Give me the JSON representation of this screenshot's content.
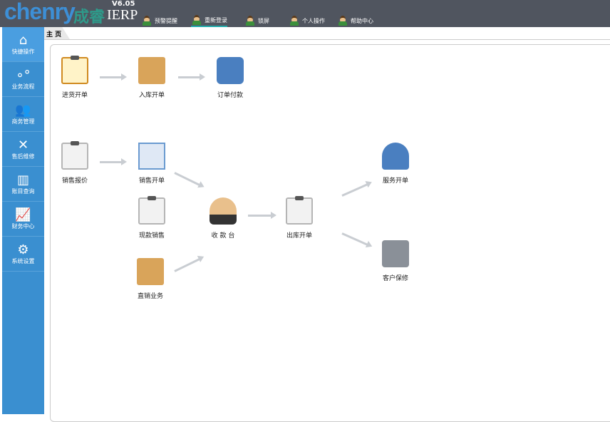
{
  "header": {
    "logo": "chenry",
    "logo_cn": "成睿",
    "product": "IERP",
    "version": "V6.05",
    "menu": [
      "预警提醒",
      "重新登录",
      "锁屏",
      "个人操作",
      "帮助中心"
    ]
  },
  "sidebar": [
    {
      "label": "快捷操作",
      "icon": "home-icon"
    },
    {
      "label": "业务流程",
      "icon": "flow-icon"
    },
    {
      "label": "商务管理",
      "icon": "users-icon"
    },
    {
      "label": "售后维修",
      "icon": "tools-icon"
    },
    {
      "label": "账目查询",
      "icon": "ledger-chart-icon"
    },
    {
      "label": "财务中心",
      "icon": "finance-chart-icon"
    },
    {
      "label": "系统设置",
      "icon": "gear-icon"
    }
  ],
  "tab": "主 页",
  "flow": {
    "purchase_order": "进货开单",
    "stock_in": "入库开单",
    "order_payment": "订单付款",
    "sales_quote": "销售报价",
    "sales_order": "销售开单",
    "cash_sale": "现款销售",
    "checkout": "收 款 台",
    "stock_out": "出库开单",
    "direct_sale": "直销业务",
    "service_order": "服务开单",
    "customer_warranty": "客户保修"
  }
}
